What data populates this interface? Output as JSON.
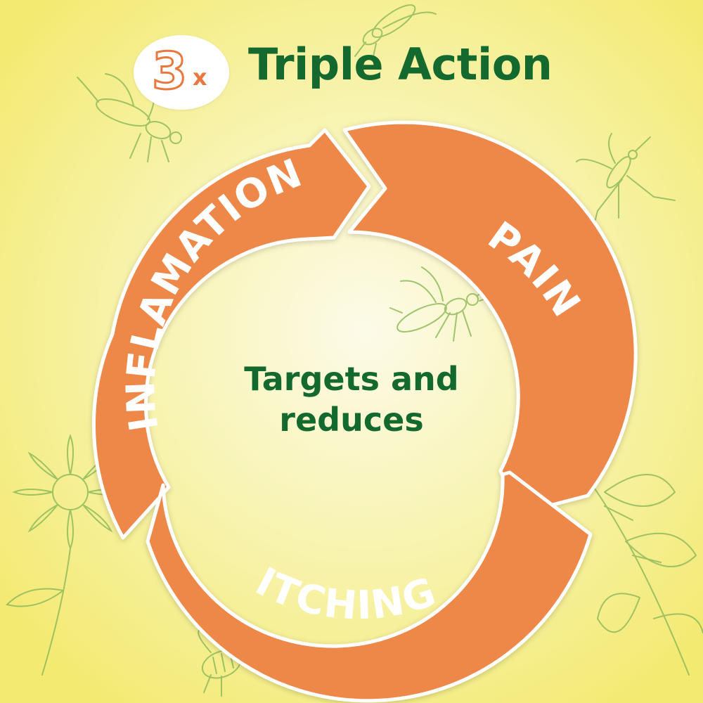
{
  "header": {
    "badge_number": "3",
    "badge_suffix": "x",
    "title": "Triple Action"
  },
  "cycle": {
    "segments": [
      {
        "label": "INFLAMATION"
      },
      {
        "label": "PAIN"
      },
      {
        "label": "ITCHING"
      }
    ],
    "center_text": [
      "Targets and",
      "reduces"
    ]
  },
  "icons": {
    "decor": [
      "wasp-icon",
      "mosquito-icon",
      "bee-icon",
      "flower-icon",
      "leaf-branch-icon"
    ]
  },
  "colors": {
    "accent_orange": "#ee884a",
    "title_green": "#14692f",
    "background_yellow": "#f6f07a",
    "outline_green": "#8fba5a"
  }
}
